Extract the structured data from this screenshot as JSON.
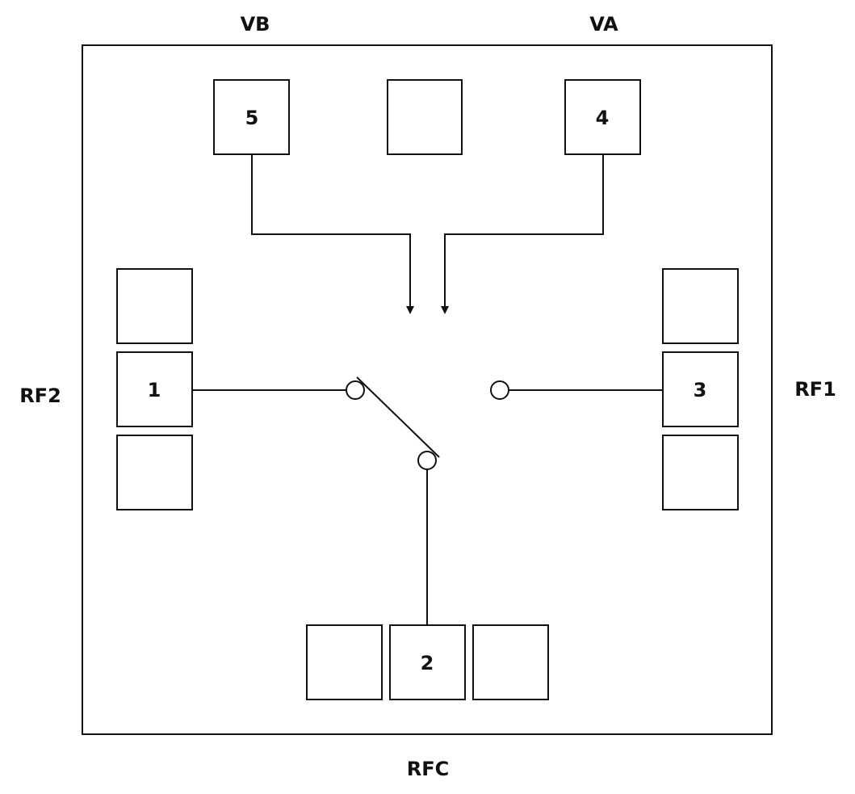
{
  "diagram": {
    "type": "SPDT RF switch functional block diagram",
    "external_labels": {
      "vb": "VB",
      "va": "VA",
      "rf2": "RF2",
      "rf1": "RF1",
      "rfc": "RFC"
    },
    "pins": {
      "top_left": "5",
      "top_center": "",
      "top_right": "4",
      "left_top": "",
      "left_middle": "1",
      "left_bottom": "",
      "right_top": "",
      "right_middle": "3",
      "right_bottom": "",
      "bottom_left": "",
      "bottom_center": "2",
      "bottom_right": ""
    },
    "connections": [
      {
        "from": "5",
        "to": "switch-control",
        "label": "VB"
      },
      {
        "from": "4",
        "to": "switch-control",
        "label": "VA"
      },
      {
        "from": "1",
        "to": "switch-contact-rf2",
        "label": "RF2"
      },
      {
        "from": "3",
        "to": "switch-contact-rf1",
        "label": "RF1"
      },
      {
        "from": "2",
        "to": "switch-common",
        "label": "RFC"
      }
    ],
    "switch_state": "RFC connected to RF2"
  }
}
